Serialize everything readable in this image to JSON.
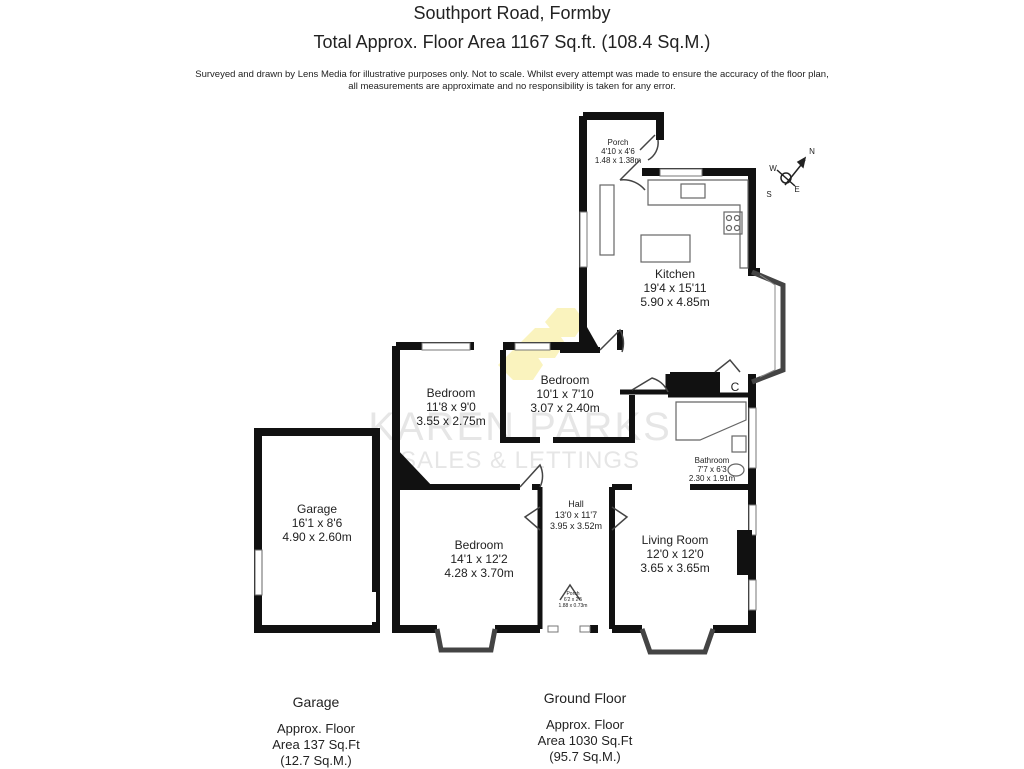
{
  "header": {
    "title": "Southport Road, Formby",
    "subtitle": "Total Approx. Floor Area 1167 Sq.ft. (108.4 Sq.M.)",
    "disclaimer_line1": "Surveyed and drawn by Lens Media for illustrative purposes only. Not to scale. Whilst every attempt was made to ensure the accuracy of the floor plan,",
    "disclaimer_line2": "all measurements are approximate and no responsibility is taken for any error."
  },
  "compass": {
    "n": "N",
    "e": "E",
    "s": "S",
    "w": "W"
  },
  "watermark": {
    "line1": "KAREN PARKS",
    "line2": "SALES & LETTINGS"
  },
  "rooms": {
    "porch_top": {
      "name": "Porch",
      "imperial": "4'10 x 4'6",
      "metric": "1.48 x 1.38m"
    },
    "kitchen": {
      "name": "Kitchen",
      "imperial": "19'4 x 15'11",
      "metric": "5.90 x 4.85m"
    },
    "bedroom_1": {
      "name": "Bedroom",
      "imperial": "11'8 x 9'0",
      "metric": "3.55 x 2.75m"
    },
    "bedroom_2": {
      "name": "Bedroom",
      "imperial": "10'1 x 7'10",
      "metric": "3.07 x 2.40m"
    },
    "cupboard": {
      "name": "C"
    },
    "bathroom": {
      "name": "Bathroom",
      "imperial": "7'7 x 6'3",
      "metric": "2.30 x 1.91m"
    },
    "hall": {
      "name": "Hall",
      "imperial": "13'0 x 11'7",
      "metric": "3.95 x 3.52m"
    },
    "bedroom_3": {
      "name": "Bedroom",
      "imperial": "14'1 x 12'2",
      "metric": "4.28 x 3.70m"
    },
    "living_room": {
      "name": "Living Room",
      "imperial": "12'0 x 12'0",
      "metric": "3.65 x 3.65m"
    },
    "porch_front": {
      "name": "Porch",
      "imperial": "6'2 x 2'5",
      "metric": "1.88 x 0.73m"
    },
    "garage": {
      "name": "Garage",
      "imperial": "16'1 x 8'6",
      "metric": "4.90 x 2.60m"
    }
  },
  "footer": {
    "garage": {
      "name": "Garage",
      "line1": "Approx. Floor",
      "line2": "Area 137 Sq.Ft",
      "line3": "(12.7 Sq.M.)"
    },
    "ground": {
      "name": "Ground Floor",
      "line1": "Approx. Floor",
      "line2": "Area 1030 Sq.Ft",
      "line3": "(95.7 Sq.M.)"
    }
  }
}
